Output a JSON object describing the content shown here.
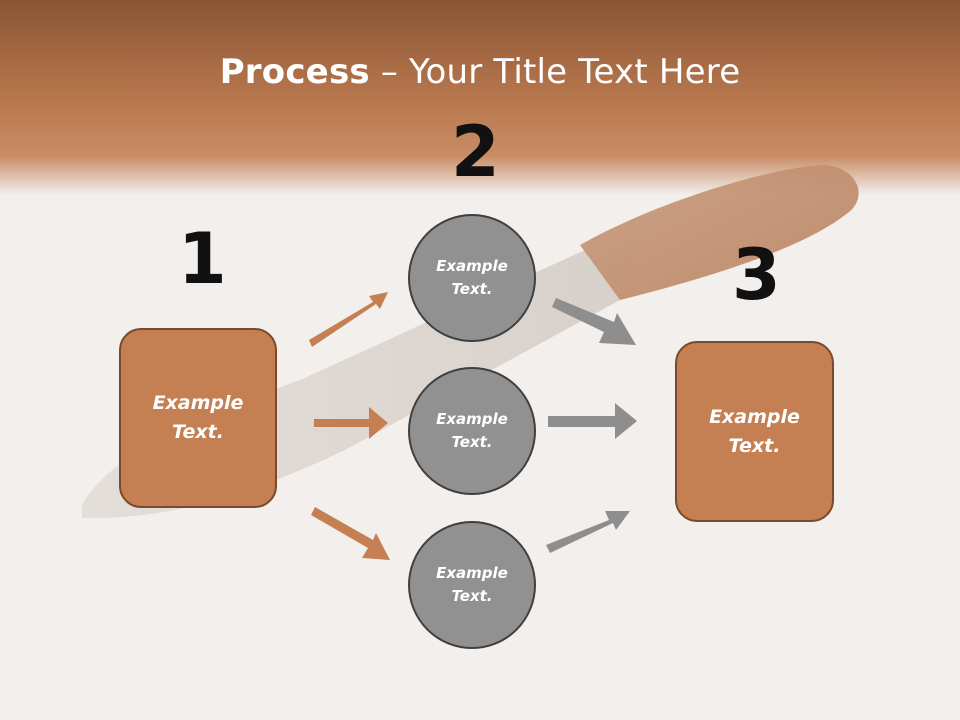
{
  "slide": {
    "title_bold": "Process",
    "title_rest": " – Your Title Text Here"
  },
  "steps": [
    {
      "number": "1"
    },
    {
      "number": "2"
    },
    {
      "number": "3"
    }
  ],
  "start_box": {
    "label": "Example\nText."
  },
  "end_box": {
    "label": "Example\nText."
  },
  "circles": [
    {
      "label": "Example\nText."
    },
    {
      "label": "Example\nText."
    },
    {
      "label": "Example\nText."
    }
  ],
  "colors": {
    "header": "#b8754b",
    "box_fill": "#c47f53",
    "box_border": "#7a4a2a",
    "circle_fill": "#919191",
    "circle_border": "#3f3f3f",
    "arrow_orange": "#c47f53",
    "arrow_gray": "#8e8e8e"
  }
}
